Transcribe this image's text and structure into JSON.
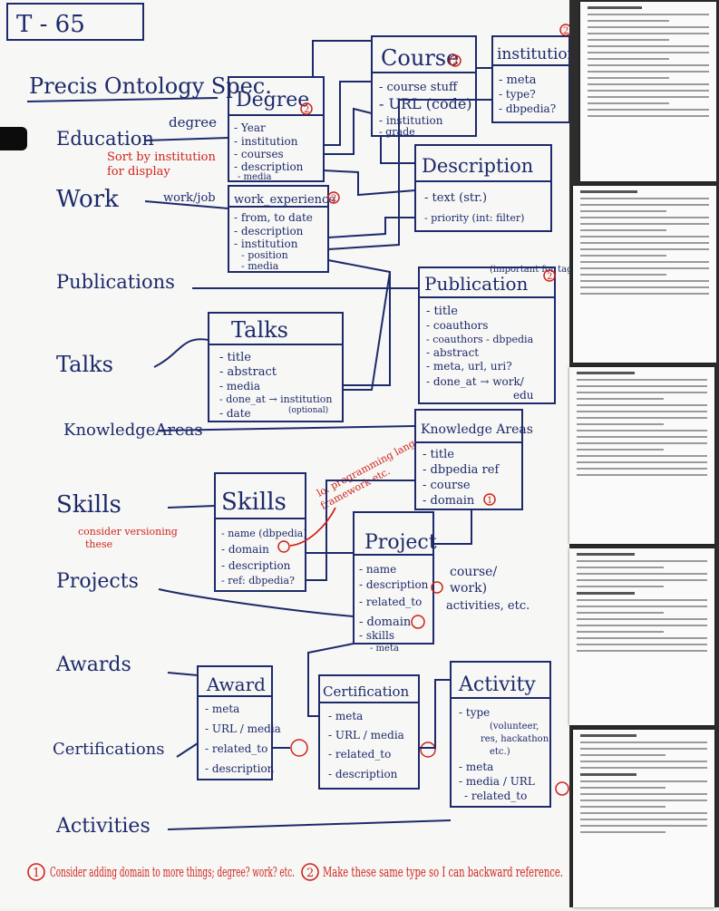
{
  "page_id": "T - 65",
  "title": "Precis Ontology Spec.",
  "categories": [
    "Education",
    "Work",
    "Publications",
    "Talks",
    "KnowledgeAreas",
    "Skills",
    "Projects",
    "Awards",
    "Certifications",
    "Activities"
  ],
  "side_notes": {
    "education_tag": "degree",
    "education_note_1": "Sort by institution",
    "education_note_2": "for display",
    "work_tag": "work/job",
    "skills_note_1": "consider versioning",
    "skills_note_2": "these",
    "skills_domain_note_1": "lo. programming lang",
    "skills_domain_note_2": "framework etc.",
    "projects_note_1": "course/",
    "projects_note_2": "work)",
    "projects_note_3": "activities, etc."
  },
  "entities": {
    "degree": {
      "name": "Degree",
      "badge": "2",
      "fields": [
        "- Year",
        "- institution",
        "- courses",
        "- description",
        "- media"
      ]
    },
    "course": {
      "name": "Course",
      "badge": "2",
      "fields": [
        "- course stuff",
        "- URL (code)",
        "- institution",
        "- grade"
      ]
    },
    "institution": {
      "name": "institution",
      "badge": "2",
      "fields": [
        "- meta",
        "- type?",
        "- dbpedia?"
      ]
    },
    "description": {
      "name": "Description",
      "fields": [
        "- text (str.)",
        "- priority (int: filter)"
      ]
    },
    "work_experience": {
      "name": "work_experience",
      "badge": "2",
      "fields": [
        "- from, to date",
        "- description",
        "- institution",
        "- position",
        "- media"
      ]
    },
    "publication": {
      "name": "Publication",
      "badge": "2",
      "note": "(important for tags)",
      "fields": [
        "- title",
        "- coauthors",
        "- coauthors - dbpedia",
        "- abstract",
        "- meta, url, uri?",
        "- done_at → work/",
        "edu"
      ]
    },
    "talks": {
      "name": "Talks",
      "fields": [
        "- title",
        "- abstract",
        "- media",
        "- done_at → institution",
        "(optional)",
        "- date"
      ]
    },
    "knowledge_areas": {
      "name": "Knowledge Areas",
      "fields": [
        "- title",
        "- dbpedia ref",
        "- course",
        "- domain"
      ],
      "badge_field": "1"
    },
    "skills": {
      "name": "Skills",
      "fields": [
        "- name (dbpedia)",
        "- domain",
        "- description",
        "- ref: dbpedia?"
      ]
    },
    "project": {
      "name": "Project",
      "fields": [
        "- name",
        "- description",
        "- related_to",
        "- domain",
        "- skills",
        "- meta"
      ]
    },
    "award": {
      "name": "Award",
      "fields": [
        "- meta",
        "- URL / media",
        "- related_to",
        "- description"
      ]
    },
    "certification": {
      "name": "Certification",
      "fields": [
        "- meta",
        "- URL / media",
        "- related_to",
        "- description"
      ]
    },
    "activity": {
      "name": "Activity",
      "fields": [
        "- type",
        "(volunteer,",
        "res, hackathon",
        "etc.)",
        "- meta",
        "- media / URL",
        "- related_to"
      ]
    }
  },
  "footnotes": {
    "one": "Consider adding domain to more things; degree? work? etc.",
    "one_num": "1",
    "two": "Make these same type so I can backward reference.",
    "two_num": "2"
  },
  "colors": {
    "marker_blue": "#1d2a6b",
    "marker_red": "#d0231c"
  }
}
